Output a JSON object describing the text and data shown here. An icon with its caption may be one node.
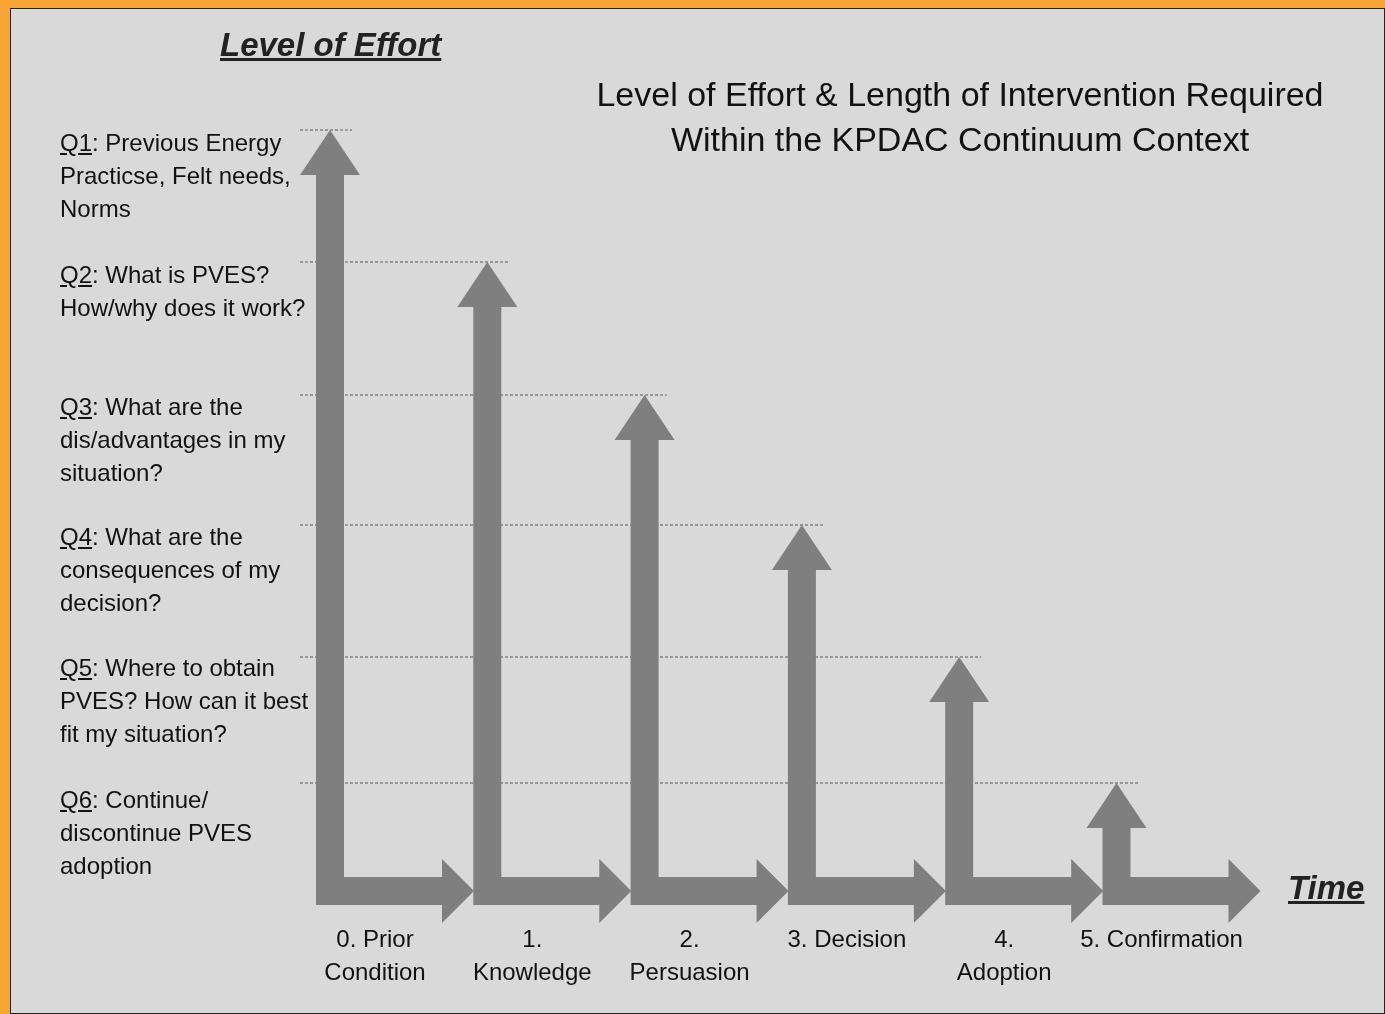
{
  "diagram": {
    "title": "Level of Effort & Length of Intervention Required Within the KPDAC Continuum Context",
    "labels": [
      "Level of Effort",
      "Q1: Previous Energy Practicse, Felt needs, Norms",
      "Q2: What is PVES? How/why does it work?",
      "Q3: What are the dis/advantages in my situation?",
      "Q4: What are the consequences of my decision?",
      "Q5: Where to obtain PVES? How can it best fit my situation?",
      "Q6: Continue/ discontinue PVES adoption",
      "Time",
      "0. Prior Condition",
      "1. Knowledge",
      "2. Persuasion",
      "3. Decision",
      "4. Adoption",
      "5. Confirmation"
    ]
  }
}
